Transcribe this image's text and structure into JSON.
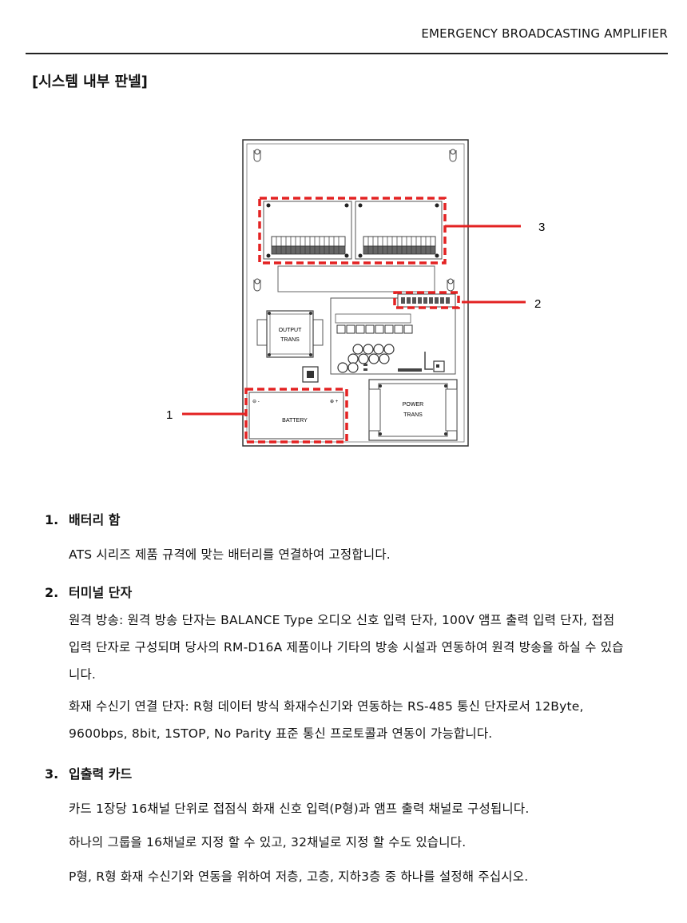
{
  "header": {
    "title": "EMERGENCY BROADCASTING AMPLIFIER"
  },
  "section": {
    "title": "[시스템 내부 판넬]"
  },
  "diagram": {
    "labels": {
      "output_trans_1": "OUTPUT",
      "output_trans_2": "TRANS",
      "power_trans_1": "POWER",
      "power_trans_2": "TRANS",
      "battery": "BATTERY",
      "battery_minus": "⊖ -",
      "battery_plus": "⊕ +"
    },
    "callouts": [
      "1",
      "2",
      "3"
    ],
    "highlight_color": "#e32222"
  },
  "items": [
    {
      "number": "1.",
      "title": "배터리 함",
      "paragraphs": [
        "ATS 시리즈 제품 규격에 맞는 배터리를 연결하여 고정합니다."
      ]
    },
    {
      "number": "2.",
      "title": "터미널 단자",
      "paragraphs": [
        "원격 방송: 원격 방송 단자는 BALANCE Type 오디오 신호 입력 단자, 100V 앰프 출력 입력 단자, 접점 입력 단자로 구성되며 당사의 RM-D16A 제품이나 기타의 방송 시설과 연동하여 원격 방송을 하실 수 있습니다.",
        "화재 수신기 연결 단자: R형 데이터 방식 화재수신기와 연동하는 RS-485 통신 단자로서 12Byte, 9600bps, 8bit, 1STOP, No Parity 표준 통신 프로토콜과 연동이 가능합니다."
      ]
    },
    {
      "number": "3.",
      "title": "입출력 카드",
      "paragraphs": [
        "카드 1장당 16채널 단위로 접점식 화재 신호 입력(P형)과 앰프 출력 채널로 구성됩니다.",
        "하나의 그룹을 16채널로 지정 할 수 있고, 32채널로 지정 할 수도 있습니다.",
        "P형, R형 화재 수신기와 연동을 위하여 저층, 고층, 지하3층 중 하나를 설정해 주십시오."
      ]
    }
  ]
}
